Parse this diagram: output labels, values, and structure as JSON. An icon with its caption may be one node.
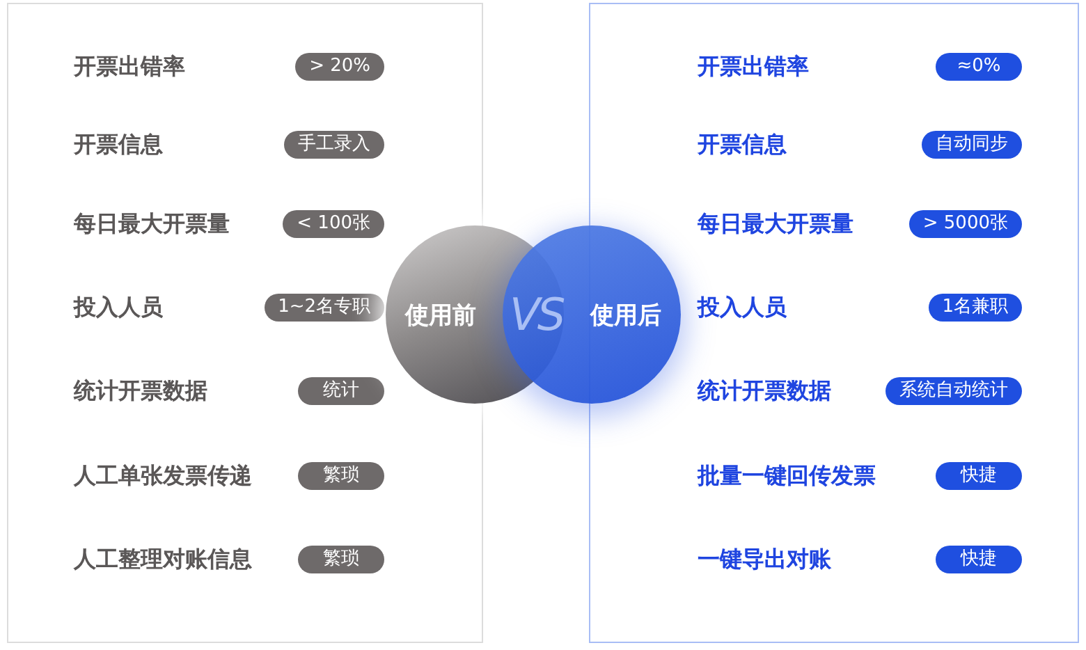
{
  "diagram": {
    "nodes": [
      {
        "text": [],
        "shape": "box"
      },
      {
        "text": [
          "> 20%"
        ],
        "in": 0
      },
      {
        "text": [
          "手工录入"
        ],
        "in": 0
      },
      {
        "text": [
          "< 100张"
        ],
        "in": 0
      },
      {
        "text": [
          "1~2名专职"
        ],
        "in": 0
      },
      {
        "text": [
          "统计"
        ],
        "in": 0
      },
      {
        "text": [
          "繁琐"
        ],
        "in": 0
      },
      {
        "text": [
          "繁琐"
        ],
        "in": 0
      },
      {
        "text": [
          "使用前"
        ]
      },
      {
        "text": [
          "使用后"
        ]
      },
      {
        "text": [],
        "shape": "box"
      },
      {
        "text": [
          "≈0%"
        ],
        "in": 10
      },
      {
        "text": [
          "自动同步"
        ],
        "in": 10
      },
      {
        "text": [
          "> 5000张"
        ],
        "in": 10
      },
      {
        "text": [
          "1名兼职"
        ],
        "in": 10
      },
      {
        "text": [
          "系统自动统计"
        ],
        "in": 10
      },
      {
        "text": [
          "快捷"
        ],
        "in": 10
      },
      {
        "text": [
          "快捷"
        ],
        "in": 10
      }
    ],
    "labels": [
      "开票出错率",
      "开票信息",
      "每日最大开票量",
      "投入人员",
      "统计开票数据",
      "人工单张发票传递",
      "人工整理对账信息",
      "VS",
      "开票出错率",
      "开票信息",
      "每日最大开票量",
      "投入人员",
      "统计开票数据",
      "批量一键回传发票",
      "一键导出对账"
    ]
  }
}
